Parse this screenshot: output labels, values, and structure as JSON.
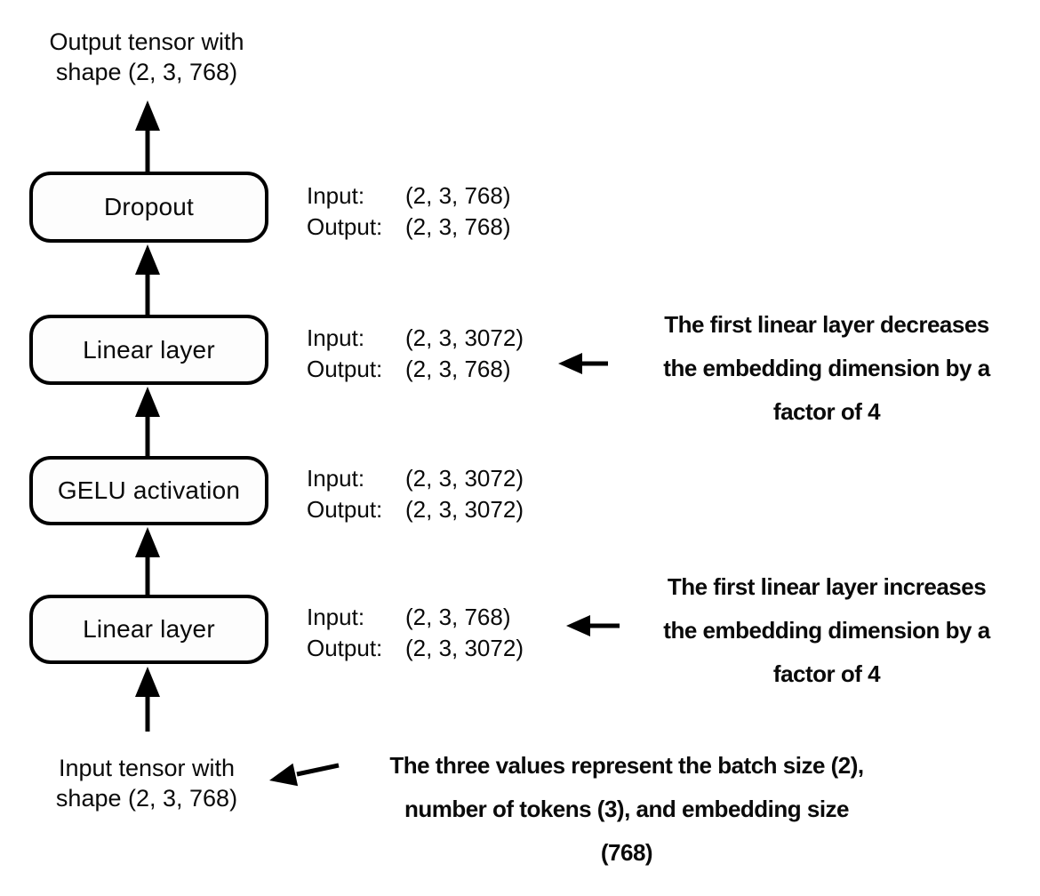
{
  "diagram": {
    "top_label": {
      "line1": "Output tensor with",
      "line2": "shape (2, 3, 768)"
    },
    "bottom_label": {
      "line1": "Input tensor with",
      "line2": "shape (2, 3, 768)"
    },
    "boxes": [
      {
        "label": "Dropout"
      },
      {
        "label": "Linear layer"
      },
      {
        "label": "GELU activation"
      },
      {
        "label": "Linear layer"
      }
    ],
    "io_rows": [
      {
        "input_label": "Input:",
        "input_value": "(2, 3, 768)",
        "output_label": "Output:",
        "output_value": "(2, 3, 768)"
      },
      {
        "input_label": "Input:",
        "input_value": "(2, 3, 3072)",
        "output_label": "Output:",
        "output_value": "(2, 3, 768)"
      },
      {
        "input_label": "Input:",
        "input_value": "(2, 3, 3072)",
        "output_label": "Output:",
        "output_value": "(2, 3, 3072)"
      },
      {
        "input_label": "Input:",
        "input_value": "(2, 3, 768)",
        "output_label": "Output:",
        "output_value": "(2, 3, 3072)"
      }
    ],
    "annotations": [
      {
        "lines": [
          "The first linear layer decreases",
          "the embedding dimension by a",
          "factor of 4"
        ]
      },
      {
        "lines": [
          "The first linear layer increases",
          "the embedding dimension by a",
          "factor of 4"
        ]
      },
      {
        "lines": [
          "The three values represent the batch size (2),",
          "number of tokens (3), and embedding size",
          "(768)"
        ]
      }
    ],
    "icons": {
      "up_arrow": "up-arrow-icon",
      "left_arrow": "left-arrow-icon",
      "diagonal_arrow": "down-left-arrow-icon"
    },
    "colors": {
      "stroke": "#000000",
      "background": "#ffffff",
      "box_fill": "#fdfdfd"
    }
  }
}
